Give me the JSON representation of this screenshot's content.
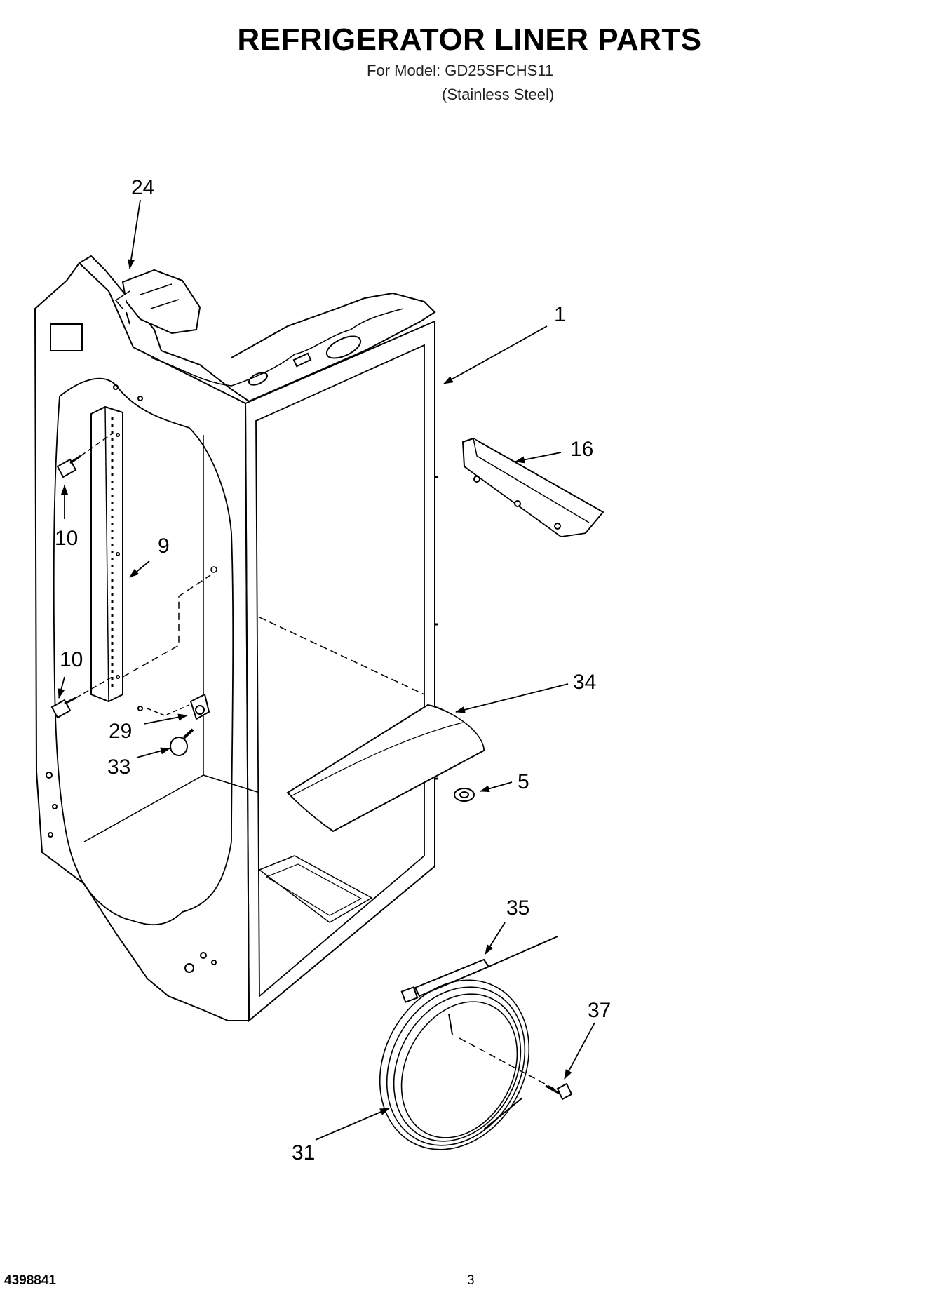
{
  "header": {
    "title": "REFRIGERATOR LINER PARTS",
    "model_line": "For Model: GD25SFCHS11",
    "variant": "(Stainless Steel)"
  },
  "callouts": [
    {
      "id": "24",
      "label": "24",
      "part": "control-housing"
    },
    {
      "id": "1",
      "label": "1",
      "part": "liner"
    },
    {
      "id": "16",
      "label": "16",
      "part": "rear-bracket"
    },
    {
      "id": "10a",
      "label": "10",
      "part": "upper-screw"
    },
    {
      "id": "9",
      "label": "9",
      "part": "shelf-ladder-track"
    },
    {
      "id": "10b",
      "label": "10",
      "part": "lower-screw"
    },
    {
      "id": "34",
      "label": "34",
      "part": "light-shield"
    },
    {
      "id": "29",
      "label": "29",
      "part": "light-socket"
    },
    {
      "id": "33",
      "label": "33",
      "part": "light-bulb"
    },
    {
      "id": "5",
      "label": "5",
      "part": "grommet"
    },
    {
      "id": "35",
      "label": "35",
      "part": "cable-tie"
    },
    {
      "id": "37",
      "label": "37",
      "part": "ground-screw"
    },
    {
      "id": "31",
      "label": "31",
      "part": "wire-harness"
    }
  ],
  "footer": {
    "doc_number": "4398841",
    "page_number": "3"
  }
}
